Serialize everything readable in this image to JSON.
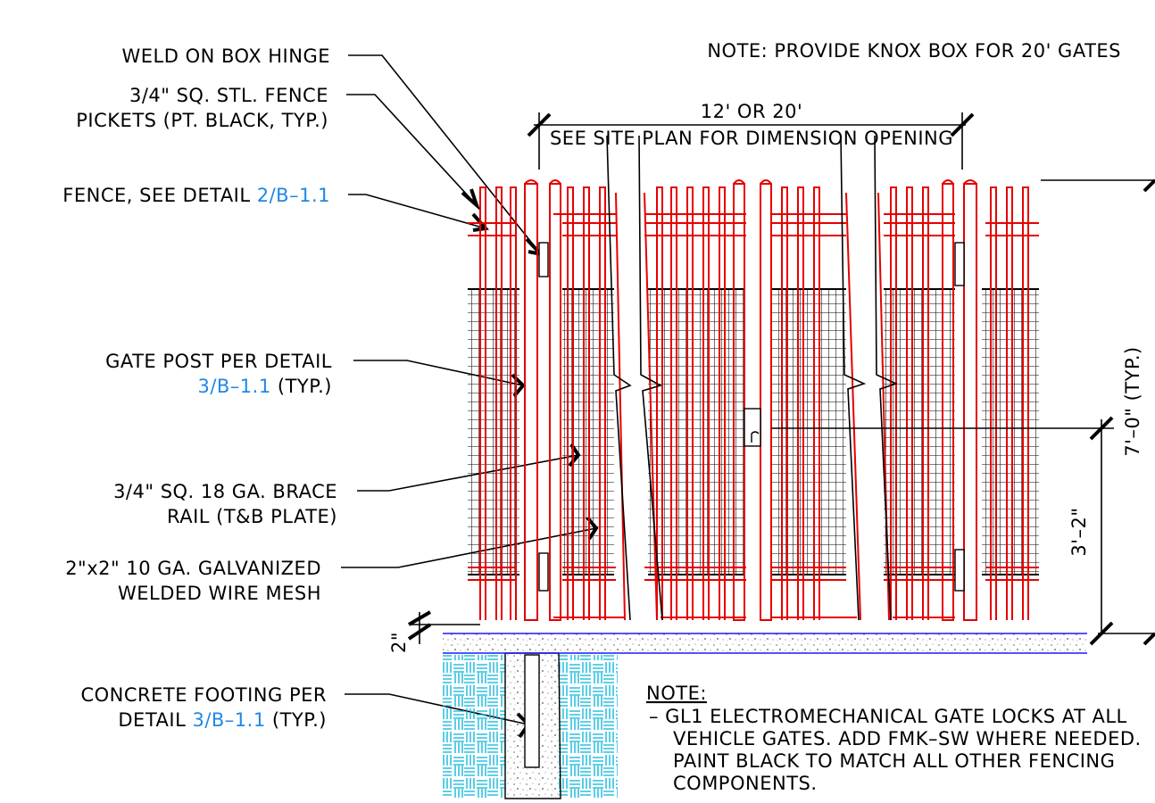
{
  "notes": {
    "top_note": "NOTE: PROVIDE KNOX BOX FOR 20' GATES",
    "bottom_note_title": "NOTE:",
    "bottom_note_lines": [
      "– GL1 ELECTROMECHANICAL GATE LOCKS AT ALL",
      "VEHICLE GATES. ADD FMK–SW WHERE NEEDED.",
      "PAINT BLACK TO MATCH ALL OTHER FENCING",
      "COMPONENTS."
    ]
  },
  "callouts": {
    "hinge": "WELD ON BOX HINGE",
    "pickets_1": "3/4\" SQ. STL. FENCE",
    "pickets_2": "PICKETS (PT. BLACK, TYP.)",
    "fence_text": "FENCE, SEE DETAIL ",
    "fence_ref": "2/B–1.1",
    "gatepost_1": "GATE POST PER DETAIL",
    "gatepost_ref": "3/B–1.1",
    "gatepost_typ": " (TYP.)",
    "brace_1": "3/4\" SQ. 18 GA. BRACE",
    "brace_2": "RAIL (T&B PLATE)",
    "mesh_1": "2\"x2\" 10 GA. GALVANIZED",
    "mesh_2": "WELDED WIRE MESH",
    "footing_1": "CONCRETE FOOTING PER",
    "footing_text": "DETAIL ",
    "footing_ref": "3/B–1.1",
    "footing_typ": " (TYP.)"
  },
  "dimensions": {
    "opening_1": "12' OR 20'",
    "opening_2": "SEE SITE PLAN FOR DIMENSION OPENING",
    "height_total": "7'–0\" (TYP.)",
    "height_lock": "3'–2\"",
    "curb": "2\""
  },
  "colors": {
    "gate": "#e60000",
    "mesh": "#000000",
    "reference": "#1e88e5",
    "footing_hatch": "#00b4d8",
    "grade_line": "#1a1aff"
  }
}
